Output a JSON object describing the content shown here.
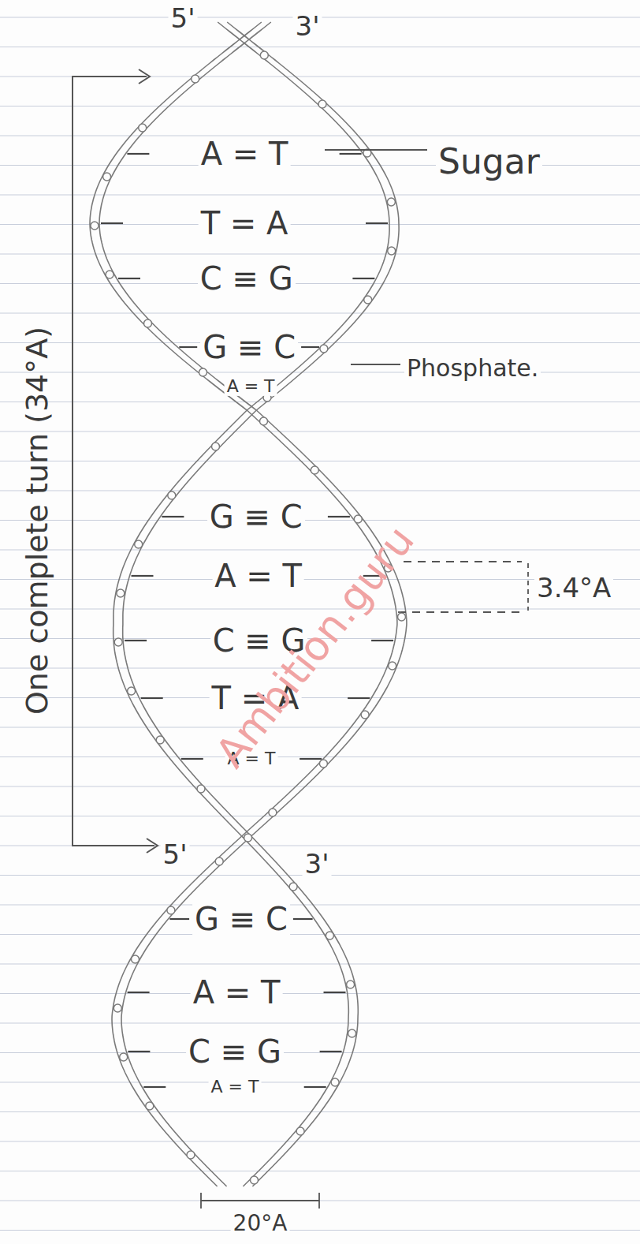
{
  "diagram": {
    "labels": [
      "5'",
      "3'",
      "A = T",
      "Sugar",
      "T = A",
      "C ≡ G",
      "G ≡ C",
      "Phosphate.",
      "A = T",
      "One complete turn (34°A)",
      "G ≡ C",
      "A = T",
      "3.4°A",
      "C ≡ G",
      "T = A",
      "A = T",
      "5'",
      "3'",
      "G ≡ C",
      "A = T",
      "C ≡ G",
      "A = T",
      "20°A",
      "Ambition.guru"
    ]
  }
}
